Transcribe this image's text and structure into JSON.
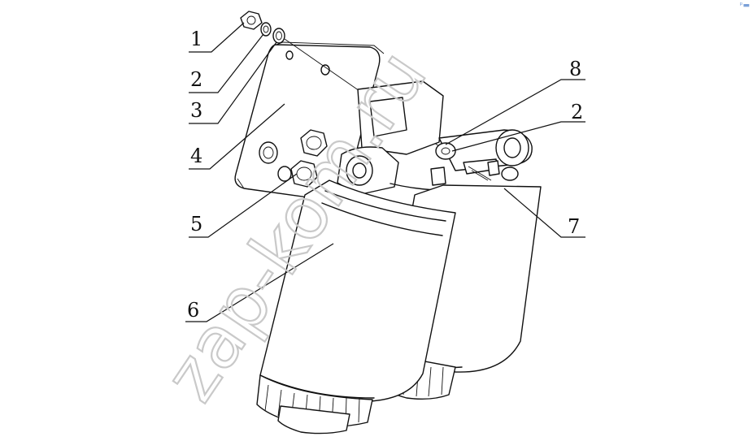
{
  "callouts": [
    {
      "id": "1",
      "label": "1"
    },
    {
      "id": "2a",
      "label": "2"
    },
    {
      "id": "3",
      "label": "3"
    },
    {
      "id": "4",
      "label": "4"
    },
    {
      "id": "5",
      "label": "5"
    },
    {
      "id": "6",
      "label": "6"
    },
    {
      "id": "7",
      "label": "7"
    },
    {
      "id": "8",
      "label": "8"
    },
    {
      "id": "2b",
      "label": "2"
    }
  ],
  "watermark": "zap-kom.ru",
  "corner_mark": "ᵖ▬"
}
